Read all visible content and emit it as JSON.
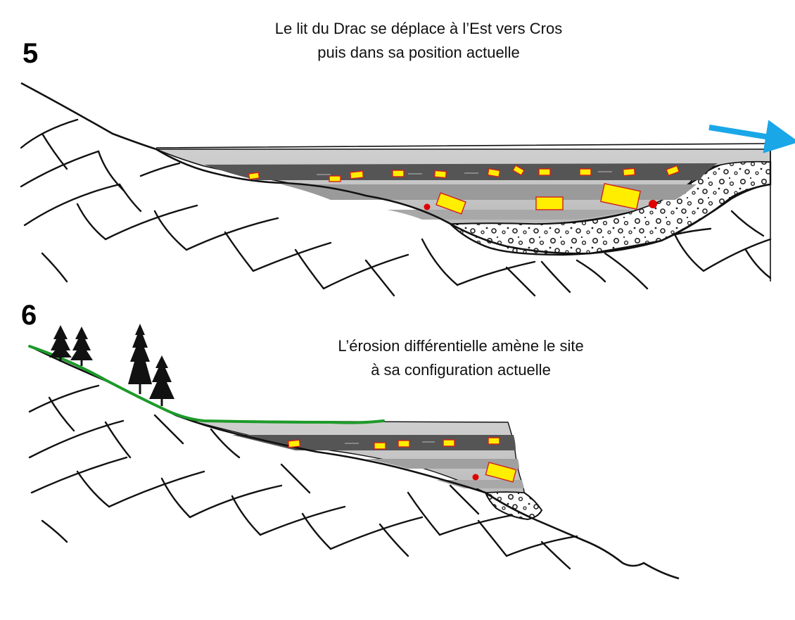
{
  "panel_5": {
    "number": "5",
    "caption_line1": "Le lit du Drac se déplace à l’Est vers Cros",
    "caption_line2": "puis dans sa position actuelle"
  },
  "panel_6": {
    "number": "6",
    "caption_line1": "L’érosion différentielle amène le site",
    "caption_line2": "à sa configuration actuelle"
  },
  "colors": {
    "arrow": "#1aa7e8",
    "clast_fill": "#ffee00",
    "clast_stroke": "#d21f1f",
    "marker": "#e00000",
    "vegetation_line": "#1e9a2a",
    "dark_layer": "#555555",
    "light_layer": "#c8c8c8",
    "bedrock_stroke": "#111111"
  }
}
